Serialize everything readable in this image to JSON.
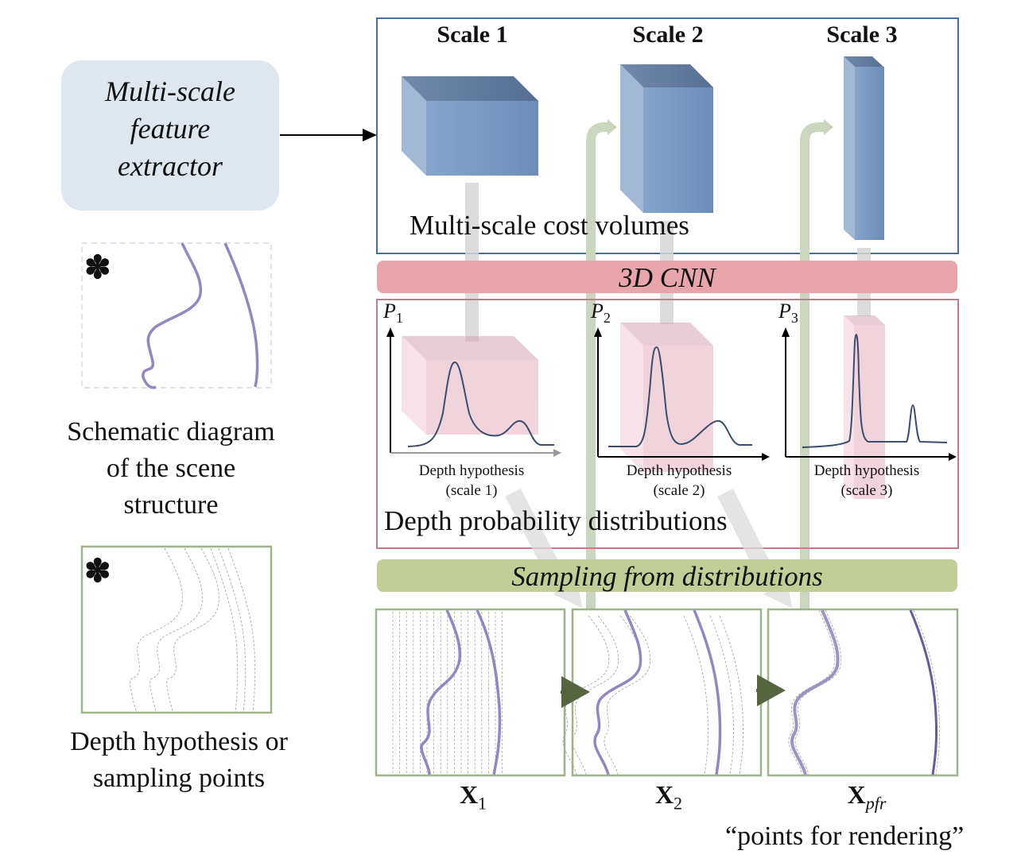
{
  "feature_extractor": {
    "lines": [
      "Multi-scale",
      "feature",
      "extractor"
    ],
    "color": "#dee6ef"
  },
  "cost_volumes": {
    "scales": [
      {
        "title": "Scale 1"
      },
      {
        "title": "Scale 2"
      },
      {
        "title": "Scale 3"
      }
    ],
    "caption": "Multi-scale cost volumes",
    "border_color": "#4a6e9a",
    "volume_color": "#7b9cc6"
  },
  "cnn_bar": {
    "label": "3D CNN",
    "color": "#e8a5ac"
  },
  "distributions": {
    "plots": [
      {
        "ylabel": "P",
        "ylabel_sub": "1",
        "xlabel": "Depth hypothesis",
        "xlabel_scale": "(scale 1)"
      },
      {
        "ylabel": "P",
        "ylabel_sub": "2",
        "xlabel": "Depth hypothesis",
        "xlabel_scale": "(scale 2)"
      },
      {
        "ylabel": "P",
        "ylabel_sub": "3",
        "xlabel": "Depth hypothesis",
        "xlabel_scale": "(scale 3)"
      }
    ],
    "caption": "Depth probability distributions",
    "border_color": "#c97a8c",
    "curve_color": "#3b4d6e"
  },
  "sampling_bar": {
    "label": "Sampling from distributions",
    "color": "#c1cf96"
  },
  "samples": {
    "panels": [
      {
        "label_main": "X",
        "label_sub": "1"
      },
      {
        "label_main": "X",
        "label_sub": "2"
      },
      {
        "label_main": "X",
        "label_sub": "pfr"
      }
    ],
    "note": "“points for rendering”",
    "border_color": "#9fb389",
    "surface_color": "#8e7fb3"
  },
  "legend": {
    "schematic_marker": "✽",
    "schematic_caption": [
      "Schematic diagram",
      "of the scene",
      "structure"
    ],
    "sampling_marker": "✽",
    "sampling_caption": [
      "Depth hypothesis or",
      "sampling points"
    ]
  }
}
